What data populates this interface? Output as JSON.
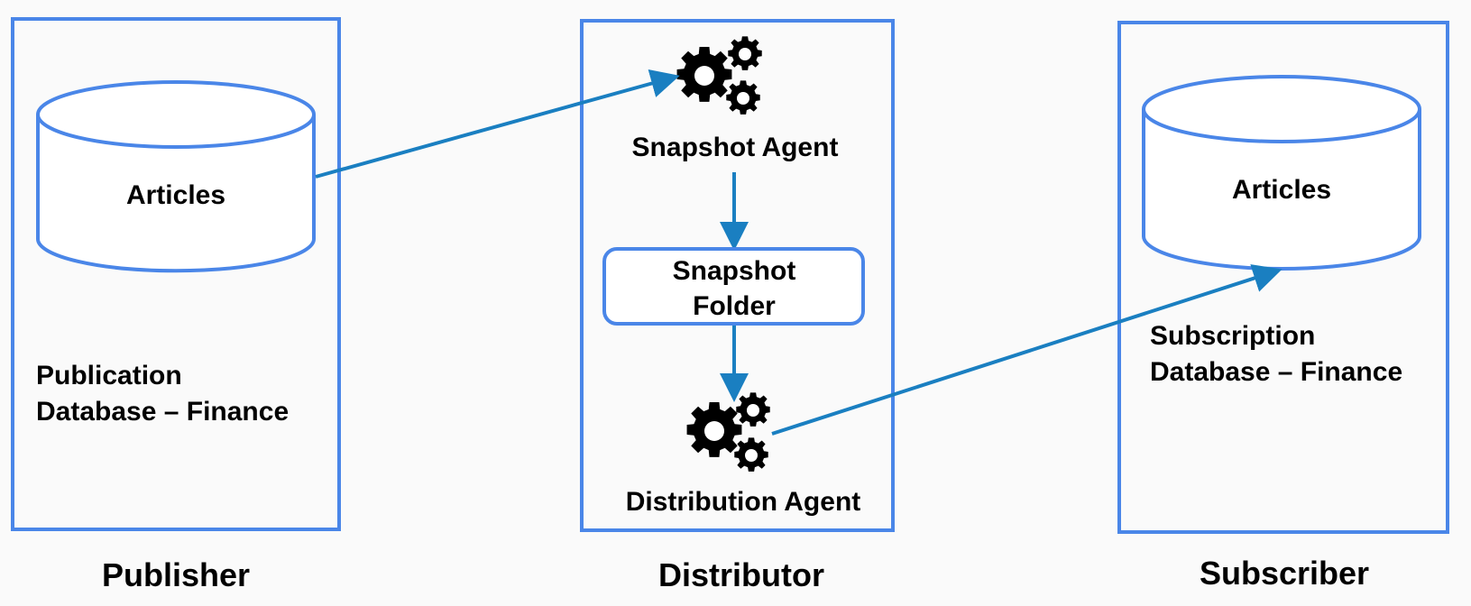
{
  "publisher": {
    "database_label": "Articles",
    "caption_line1": "Publication",
    "caption_line2": "Database – Finance",
    "title": "Publisher"
  },
  "distributor": {
    "snapshot_agent_label": "Snapshot Agent",
    "folder_line1": "Snapshot",
    "folder_line2": "Folder",
    "distribution_agent_label": "Distribution Agent",
    "title": "Distributor"
  },
  "subscriber": {
    "database_label": "Articles",
    "caption_line1": "Subscription",
    "caption_line2": "Database – Finance",
    "title": "Subscriber"
  },
  "colors": {
    "box_border": "#4a86e8",
    "arrow": "#1a7fc1",
    "text": "#000000"
  },
  "icons": {
    "agent_icon": "gears-icon"
  }
}
